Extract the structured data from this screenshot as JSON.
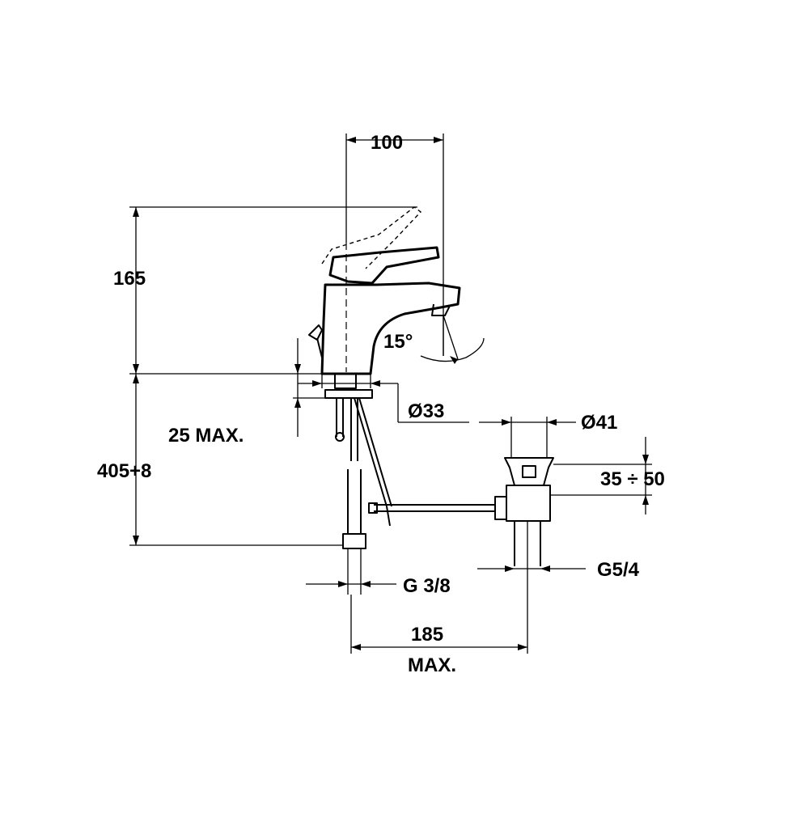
{
  "dimensions": {
    "width_top": "100",
    "height_top": "165",
    "angle": "15°",
    "base_diameter": "Ø33",
    "deck_thickness": "25 MAX.",
    "hose_length": "405+8",
    "waste_diameter": "Ø41",
    "waste_range": "35 ÷ 50",
    "waste_thread": "G5/4",
    "inlet_thread": "G 3/8",
    "rod_length": "185",
    "rod_length_suffix": "MAX."
  }
}
